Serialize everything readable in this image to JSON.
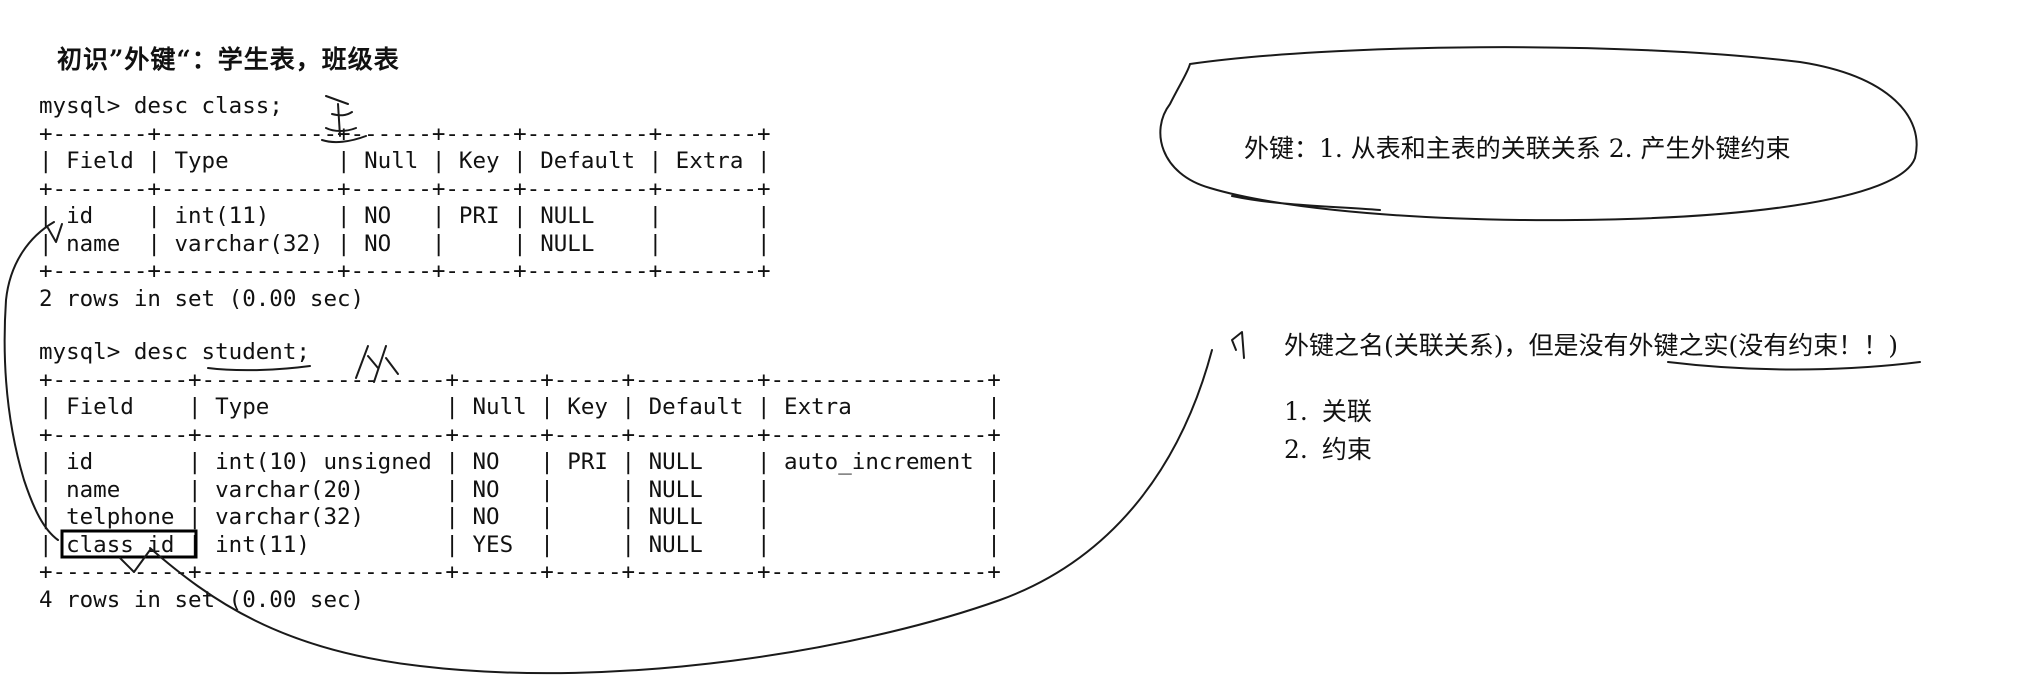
{
  "heading": "初识”外键“：学生表，班级表",
  "terminal": {
    "class_query": {
      "prompt_line": "mysql> desc class;",
      "lines": [
        "+-------+-------------+------+-----+---------+-------+",
        "| Field | Type        | Null | Key | Default | Extra |",
        "+-------+-------------+------+-----+---------+-------+",
        "| id    | int(11)     | NO   | PRI | NULL    |       |",
        "| name  | varchar(32) | NO   |     | NULL    |       |",
        "+-------+-------------+------+-----+---------+-------+"
      ],
      "result": "2 rows in set (0.00 sec)"
    },
    "student_query": {
      "prompt_line": "mysql> desc student;",
      "lines": [
        "+----------+------------------+------+-----+---------+----------------+",
        "| Field    | Type             | Null | Key | Default | Extra          |",
        "+----------+------------------+------+-----+---------+----------------+",
        "| id       | int(10) unsigned | NO   | PRI | NULL    | auto_increment |",
        "| name     | varchar(20)      | NO   |     | NULL    |                |",
        "| telphone | varchar(32)      | NO   |     | NULL    |                |",
        "| class_id | int(11)          | YES  |     | NULL    |                |",
        "+----------+------------------+------+-----+---------+----------------+"
      ],
      "result": "4 rows in set (0.00 sec)"
    }
  },
  "annotations": {
    "bubble_text": "外键：1. 从表和主表的关联关系 2. 产生外键约束",
    "statement": "外键之名(关联关系)，但是没有外键之实(没有约束！！)",
    "points": [
      {
        "num": "1.",
        "text": "关联"
      },
      {
        "num": "2.",
        "text": "约束"
      }
    ]
  }
}
